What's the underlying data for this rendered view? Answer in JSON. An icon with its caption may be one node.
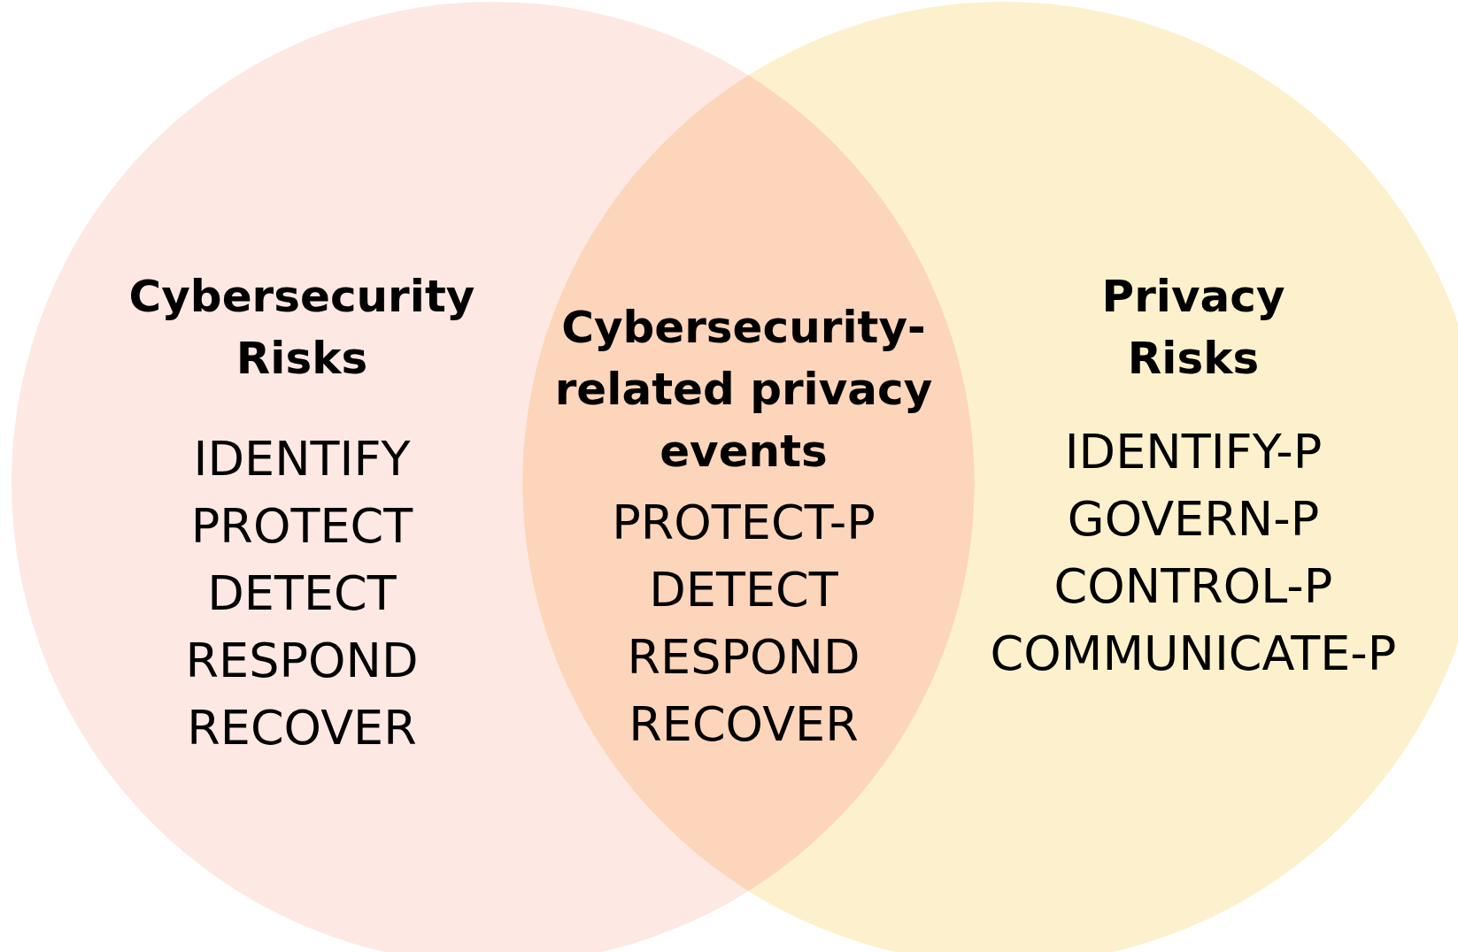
{
  "diagram": {
    "nodes": [
      {
        "text": [
          "Cybersecurity Risks",
          "IDENTIFY",
          "PROTECT",
          "DETECT",
          "RESPOND",
          "RECOVER"
        ]
      },
      {
        "text": [
          "Privacy Risks",
          "IDENTIFY-P",
          "GOVERN-P",
          "CONTROL-P",
          "COMMUNICATE-P"
        ]
      },
      {
        "text": [
          "Cybersecurity-related privacy events",
          "PROTECT-P",
          "DETECT",
          "RESPOND",
          "RECOVER"
        ]
      }
    ]
  }
}
